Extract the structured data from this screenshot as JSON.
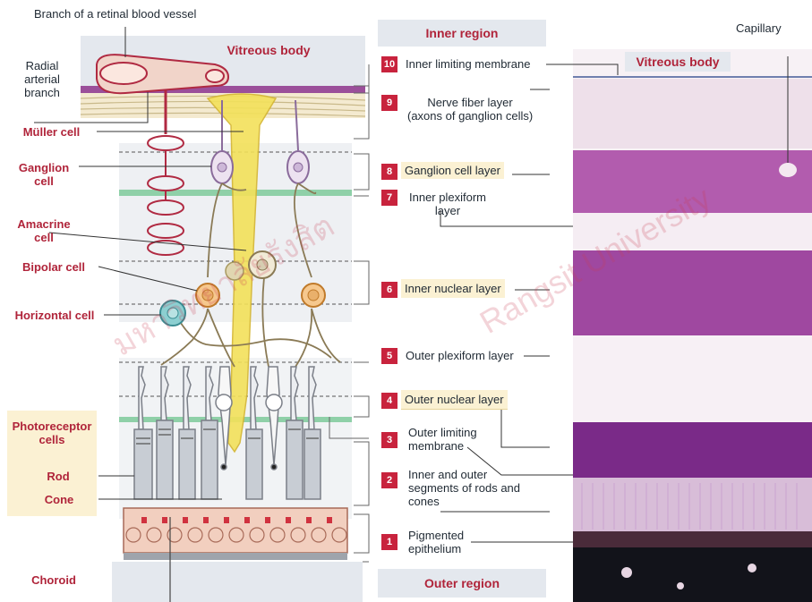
{
  "headers": {
    "vitreous_left": "Vitreous body",
    "inner_region": "Inner region",
    "outer_region": "Outer region",
    "vitreous_right": "Vitreous body"
  },
  "left_labels": {
    "branch_vessel": "Branch of a retinal blood vessel",
    "radial_branch": "Radial\narterial\nbranch",
    "muller": "Müller cell",
    "ganglion": "Ganglion\ncell",
    "amacrine": "Amacrine\ncell",
    "bipolar": "Bipolar cell",
    "horizontal": "Horizontal cell",
    "photoreceptor": "Photoreceptor\ncells",
    "rod": "Rod",
    "cone": "Cone",
    "choroid": "Choroid"
  },
  "capillary": "Capillary",
  "layers": [
    {
      "num": "10",
      "label": "Inner limiting membrane"
    },
    {
      "num": "9",
      "label": "Nerve fiber layer\n(axons of ganglion cells)"
    },
    {
      "num": "8",
      "label": "Ganglion cell layer"
    },
    {
      "num": "7",
      "label": "Inner plexiform\nlayer"
    },
    {
      "num": "6",
      "label": "Inner nuclear layer"
    },
    {
      "num": "5",
      "label": "Outer plexiform layer"
    },
    {
      "num": "4",
      "label": "Outer nuclear layer"
    },
    {
      "num": "3",
      "label": "Outer limiting\nmembrane"
    },
    {
      "num": "2",
      "label": "Inner and outer\nsegments of rods and\ncones"
    },
    {
      "num": "1",
      "label": "Pigmented\nepithelium"
    }
  ],
  "watermark": {
    "thai": "มหาวิทยาลัยรังสิต",
    "latin": "Rangsit University"
  },
  "colors": {
    "accent_red": "#c8233d",
    "label_red": "#b0243a",
    "header_bg": "#e4e8ee",
    "muller_yellow": "#f3e15a",
    "stain_purple": "#8a3f8f"
  }
}
